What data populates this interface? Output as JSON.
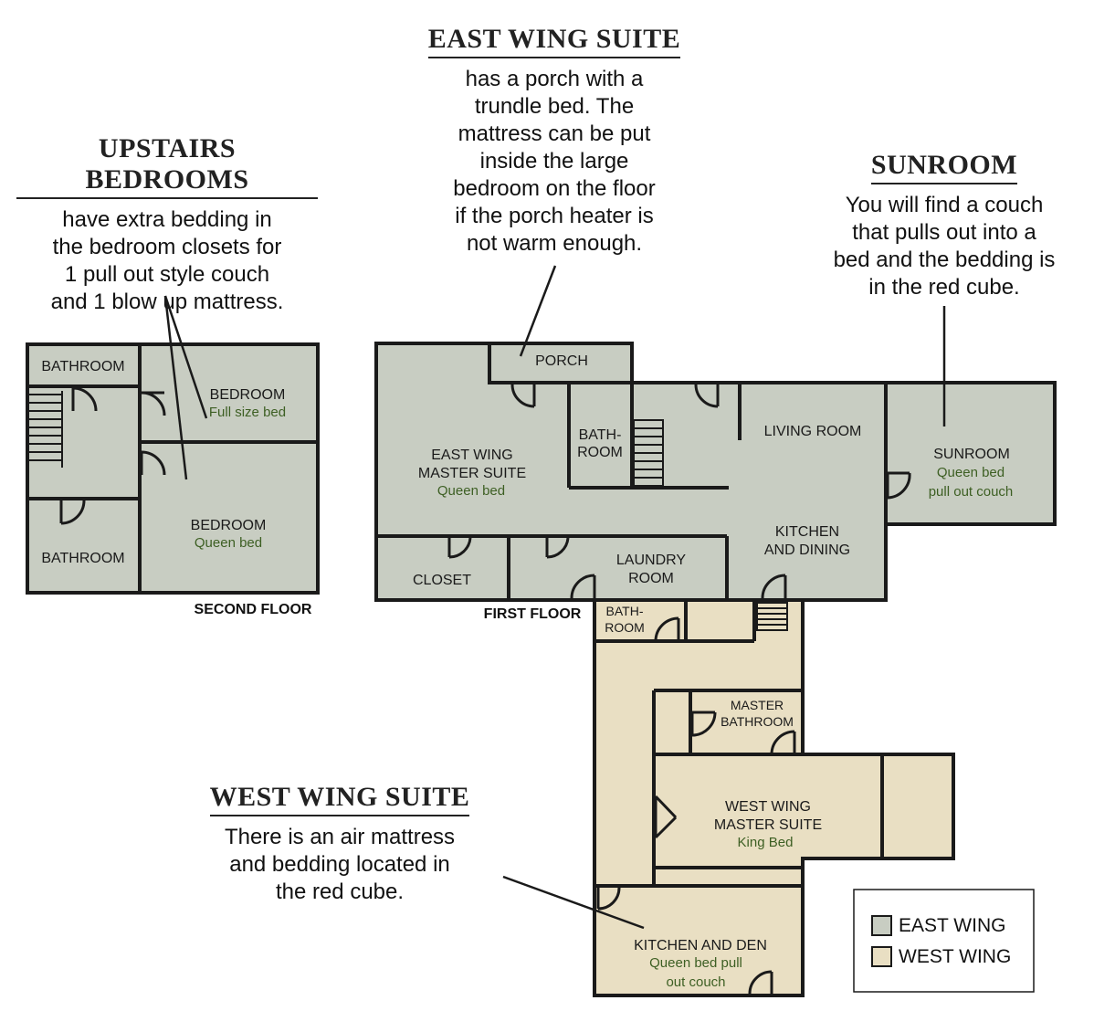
{
  "colors": {
    "east_wing": "#c8cdc2",
    "west_wing": "#e9dfc3",
    "wall": "#1a1a1a",
    "sleep_text": "#3d5f23"
  },
  "notes": {
    "upstairs": {
      "title": "UPSTAIRS BEDROOMS",
      "lines": [
        "have extra bedding in",
        "the bedroom closets for",
        "1 pull out style couch",
        "and 1 blow up mattress."
      ]
    },
    "east_wing": {
      "title": "EAST WING SUITE",
      "lines": [
        "has a porch with a",
        "trundle bed. The",
        "mattress can be put",
        "inside the large",
        "bedroom on the floor",
        "if the porch heater is",
        "not warm enough."
      ]
    },
    "sunroom": {
      "title": "SUNROOM",
      "lines": [
        "You will find a couch",
        "that pulls out into a",
        "bed and the bedding is",
        "in the red cube."
      ]
    },
    "west_wing": {
      "title": "WEST WING SUITE",
      "lines": [
        "There is an air mattress",
        "and bedding located in",
        "the red cube."
      ]
    }
  },
  "floors": {
    "second": "SECOND FLOOR",
    "first": "FIRST FLOOR"
  },
  "rooms": {
    "second_bathroom_top": "BATHROOM",
    "second_bedroom_top": "BEDROOM",
    "second_bedroom_top_bed": "Full size bed",
    "second_bathroom_bottom": "BATHROOM",
    "second_bedroom_bottom": "BEDROOM",
    "second_bedroom_bottom_bed": "Queen bed",
    "porch": "PORCH",
    "bathroom_1": "BATH-",
    "bathroom_2": "ROOM",
    "living_room": "LIVING ROOM",
    "east_suite_1": "EAST WING",
    "east_suite_2": "MASTER SUITE",
    "east_suite_bed": "Queen bed",
    "sunroom": "SUNROOM",
    "sunroom_bed_1": "Queen bed",
    "sunroom_bed_2": "pull out couch",
    "kitchen_dining_1": "KITCHEN",
    "kitchen_dining_2": "AND DINING",
    "closet": "CLOSET",
    "laundry_1": "LAUNDRY",
    "laundry_2": "ROOM",
    "west_bath_1": "BATH-",
    "west_bath_2": "ROOM",
    "master_bath_1": "MASTER",
    "master_bath_2": "BATHROOM",
    "west_suite_1": "WEST WING",
    "west_suite_2": "MASTER SUITE",
    "west_suite_bed": "King Bed",
    "kitchen_den": "KITCHEN AND DEN",
    "kitchen_den_bed_1": "Queen bed pull",
    "kitchen_den_bed_2": "out couch"
  },
  "legend": {
    "east": "EAST WING",
    "west": "WEST WING"
  }
}
